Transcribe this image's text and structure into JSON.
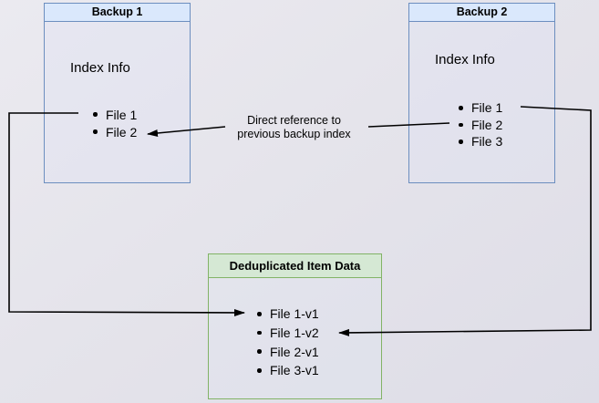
{
  "colors": {
    "blue_fill": "#dae8fc",
    "blue_border": "#6c8ebf",
    "green_fill": "#d5e8d4",
    "green_border": "#82b366",
    "connector": "#000000"
  },
  "backup1": {
    "title": "Backup 1",
    "heading": "Index Info",
    "files": [
      "File 1",
      "File 2"
    ]
  },
  "backup2": {
    "title": "Backup 2",
    "heading": "Index Info",
    "files": [
      "File 1",
      "File 2",
      "File 3"
    ]
  },
  "dedup": {
    "title": "Deduplicated Item Data",
    "files": [
      "File 1-v1",
      "File 1-v2",
      "File 2-v1",
      "File 3-v1"
    ]
  },
  "annotation": {
    "line1": "Direct reference to",
    "line2": "previous backup index"
  }
}
